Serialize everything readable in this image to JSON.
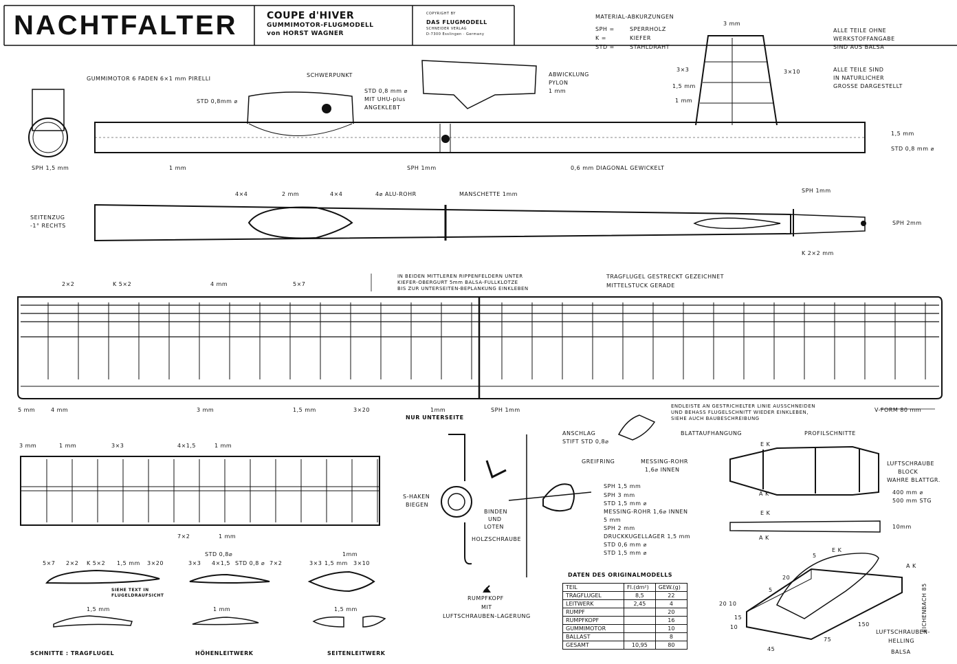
{
  "title_block": {
    "name": "NACHTFALTER",
    "subtitle_1": "COUPE d'HIVER",
    "subtitle_2": "GUMMIMOTOR-FLUGMODELL",
    "subtitle_3": "von HORST WAGNER",
    "copyright_line": "COPYRIGHT BY",
    "publisher": "DAS FLUGMODELL",
    "publisher_sub_1": "SCHNEIDER VERLAG",
    "publisher_sub_2": "D-7300 Esslingen · Germany"
  },
  "material_legend": {
    "heading": "MATERIAL-ABKURZUNGEN",
    "rows": [
      {
        "abbr": "SPH =",
        "meaning": "SPERRHOLZ"
      },
      {
        "abbr": "K =",
        "meaning": "KIEFER"
      },
      {
        "abbr": "STD =",
        "meaning": "STAHLDRAHT"
      }
    ],
    "note_1_l1": "ALLE TEILE OHNE",
    "note_1_l2": "WERKSTOFFANGABE",
    "note_1_l3": "SIND AUS BALSA",
    "note_2_l1": "ALLE TEILE SIND",
    "note_2_l2": "IN NATURLICHER",
    "note_2_l3": "GROSSE DARGESTELLT"
  },
  "fuselage_side": {
    "motor": "GUMMIMOTOR  6 FADEN  6×1 mm  PIRELLI",
    "schwerpunkt": "SCHWERPUNKT",
    "std_left": "STD 0,8mm ⌀",
    "std_pin_l1": "STD 0,8 mm ⌀",
    "std_pin_l2": "MIT UHU-plus",
    "std_pin_l3": "ANGEKLEBT",
    "pylon_l1": "ABWICKLUNG",
    "pylon_l2": "PYLON",
    "pylon_l3": "1 mm",
    "sph_15": "SPH 1,5 mm",
    "one_mm": "1 mm",
    "sph_1": "SPH 1mm",
    "diagonal": "0,6 mm  DIAGONAL  GEWICKELT",
    "fin_3mm": "3 mm",
    "fin_3x3": "3×3",
    "fin_3x10": "3×10",
    "fin_15": "1,5 mm",
    "fin_1": "1 mm",
    "tail_15": "1,5 mm",
    "tail_std": "STD 0,8 mm ⌀"
  },
  "fuselage_top": {
    "seitenzug_l1": "SEITENZUG",
    "seitenzug_l2": "-1° RECHTS",
    "d_4x4a": "4×4",
    "d_2mm": "2 mm",
    "d_4x4b": "4×4",
    "alu": "4⌀  ALU-ROHR",
    "manschette": "MANSCHETTE  1mm",
    "sph_1mm": "SPH 1mm",
    "sph_2mm": "SPH 2mm",
    "k_2x2": "K 2×2 mm"
  },
  "wing": {
    "note_l1": "IN BEIDEN MITTLEREN RIPPENFELDERN UNTER",
    "note_l2": "KIEFER-OBERGURT 5mm BALSA-FULLKLOTZE",
    "note_l3": "BIS ZUR UNTERSEITEN-BEPLANKUNG EINKLEBEN",
    "stretched_l1": "TRAGFLUGEL  GESTRECKT  GEZEICHNET",
    "stretched_l2": "MITTELSTUCK GERADE",
    "d_2x2": "2×2",
    "d_k5x2": "K 5×2",
    "d_4mm_top": "4 mm",
    "d_5x7": "5×7",
    "b_5mm": "5 mm",
    "b_4mm": "4 mm",
    "b_3mm": "3 mm",
    "b_15mm": "1,5 mm",
    "b_3x20": "3×20",
    "b_1mm": "1mm",
    "b_unterseite": "NUR UNTERSEITE",
    "b_sph1": "SPH 1mm",
    "endleiste_l1": "ENDLEISTE AN GESTRICHELTER LINIE AUSSCHNEIDEN",
    "endleiste_l2": "UND BEHASS FLUGELSCHNITT WIEDER EINKLEBEN,",
    "endleiste_l3": "SIEHE AUCH BAUBESCHREIBUNG",
    "vform": "V-FORM 80 mm"
  },
  "stabilizer": {
    "d_3mm": "3 mm",
    "d_1mm": "1 mm",
    "d_3x3": "3×3",
    "d_4x15": "4×1,5",
    "d_1mm_b": "1 mm",
    "d_7x2": "7×2",
    "d_1mm_c": "1 mm"
  },
  "sections": {
    "w_5x7": "5×7",
    "w_2x2": "2×2",
    "w_k5x2": "K 5×2",
    "w_15": "1,5 mm",
    "w_3x20": "3×20",
    "w_note_l1": "SIEHE TEXT IN",
    "w_note_l2": "FLUGELDRAUFSICHT",
    "w_15b": "1,5 mm",
    "w_label": "SCHNITTE :  TRAGFLUGEL",
    "h_std": "STD 0,8⌀",
    "h_3x3": "3×3",
    "h_4x15": "4×1,5",
    "h_std2": "STD 0,8 ⌀",
    "h_7x2": "7×2",
    "h_1mm": "1 mm",
    "h_label": "HÖHENLEITWERK",
    "s_1mm": "1mm",
    "s_3x3": "3×3",
    "s_15": "1,5 mm",
    "s_3x10": "3×10",
    "s_15b": "1,5 mm",
    "s_label": "SEITENLEITWERK"
  },
  "nose": {
    "shaken_l1": "S-HAKEN",
    "shaken_l2": "BIEGEN",
    "binden_l1": "BINDEN",
    "binden_l2": "UND",
    "binden_l3": "LOTEN",
    "holz": "HOLZSCHRAUBE",
    "rumpf_l1": "RUMPFKOPF",
    "rumpf_l2": "MIT",
    "rumpf_l3": "LUFTSCHRAUBEN-LAGERUNG",
    "anschlag_l1": "ANSCHLAG",
    "anschlag_l2": "STIFT STD 0,8⌀",
    "blatt": "BLATTAUFHANGUNG",
    "greifring": "GREIFRING",
    "messing_l1": "MESSING-ROHR",
    "messing_l2": "1,6⌀ INNEN",
    "list": [
      "SPH  1,5 mm",
      "SPH  3 mm",
      "STD  1,5 mm ⌀",
      "MESSING-ROHR  1,6⌀ INNEN",
      "5 mm",
      "SPH  2 mm",
      "DRUCKKUGELLAGER  1,5 mm",
      "STD  0,6 mm ⌀",
      "STD  1,5 mm ⌀"
    ]
  },
  "propeller": {
    "profil": "PROFILSCHNITTE",
    "ek": "E K",
    "ak": "A K",
    "block_l1": "LUFTSCHRAUBE",
    "block_l2": "BLOCK",
    "block_l3": "WAHRE BLATTGR.",
    "dia": "400 mm ⌀",
    "pitch": "500 mm STG",
    "ek2": "E K",
    "ak2": "A K",
    "ten": "10mm",
    "jig_l1": "LUFTSCHRAUBEN-",
    "jig_l2": "HELLING",
    "jig_l3": "BALSA",
    "j_5a": "5",
    "j_ek": "E K",
    "j_ak": "A K",
    "j_20": "20",
    "j_5b": "5",
    "j_2010": "20 10",
    "j_15": "15",
    "j_10": "10",
    "j_150": "150",
    "j_75": "75",
    "j_45": "45",
    "signature": "EICHENBACH 85"
  },
  "data_table": {
    "title": "DATEN DES ORIGINALMODELLS",
    "headers": [
      "TEIL",
      "Fl.(dm²)",
      "GEW.(g)"
    ],
    "rows": [
      [
        "TRAGFLUGEL",
        "8,5",
        "22"
      ],
      [
        "LEITWERK",
        "2,45",
        "4"
      ],
      [
        "RUMPF",
        "",
        "20"
      ],
      [
        "RUMPFKOPF",
        "",
        "16"
      ],
      [
        "GUMMIMOTOR",
        "",
        "10"
      ],
      [
        "BALLAST",
        "",
        "8"
      ]
    ],
    "total": [
      "GESAMT",
      "10,95",
      "80"
    ]
  }
}
